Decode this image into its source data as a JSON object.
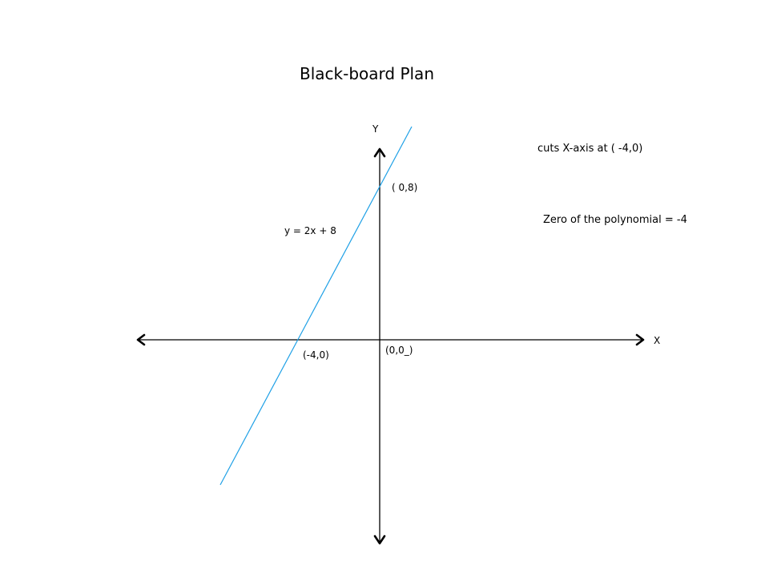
{
  "title": "Black-board Plan",
  "colors": {
    "axes": "#000000",
    "graph_line": "#1ea0e6",
    "background": "#ffffff"
  },
  "axes": {
    "x_label": "X",
    "y_label": "Y"
  },
  "graph": {
    "equation_label": "y = 2x + 8",
    "y_intercept_label": "( 0,8)",
    "x_intercept_label": "(-4,0)",
    "origin_label": "(0,0_)",
    "slope": 2,
    "intercept": 8,
    "x_intercept": [
      -4,
      0
    ],
    "y_intercept": [
      0,
      8
    ],
    "origin": [
      0,
      0
    ]
  },
  "notes": {
    "cuts_x_axis": "cuts X-axis at ( -4,0)",
    "zero_of_polynomial": "Zero of the polynomial = -4"
  }
}
